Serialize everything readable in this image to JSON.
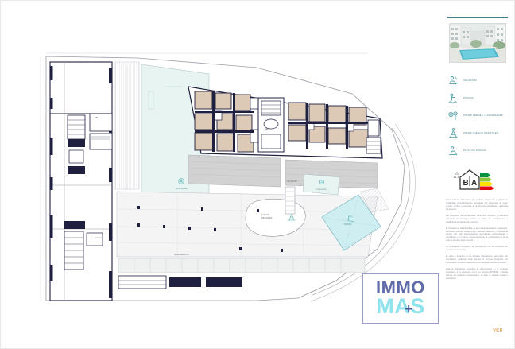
{
  "document": {
    "type": "architectural-site-plan",
    "language": "es"
  },
  "sidebar": {
    "hero_photo_alt": "residential-building-with-swimming-pool",
    "legend": {
      "items": [
        {
          "icon": "solarium-icon",
          "label": "SOLARIUM"
        },
        {
          "icon": "pool-icon",
          "label": "PISCINA"
        },
        {
          "icon": "trees-icon",
          "label": "ZONAS VERDES / AJARDINADAS"
        },
        {
          "icon": "playground-slide-icon",
          "label": "ZONAS JUEGOS INFANTILES"
        },
        {
          "icon": "pool-beach-icon",
          "label": "PLAYA DE PISCINA"
        }
      ]
    },
    "certificate": {
      "icon": "energy-rating-house-icon",
      "recycle_icon": "recycle-icon",
      "grade_left": "B",
      "grade_right": "A",
      "scale_colors": [
        "#00923f",
        "#4caf27",
        "#b4d400",
        "#ffe000",
        "#f7a700",
        "#ee6f00",
        "#e30613"
      ]
    },
    "fineprint": {
      "paragraphs": [
        "Documentación informativa sin carácter contractual y totalmente modificable a modificaciones necesarias por exigencias de orden técnico, jurídico o comercial de la Dirección Facultativa o autoridad competente.",
        "Las infografías de las fachadas, elementos comunes y materiales expuestos orientativos y podrán ser objeto de modificaciones o modificaciones tras proyecto técnico.",
        "El mobiliario de las infografías de este folleto (decoración, vegetación, vehículos, enseres, equipamiento, aparatos sanitarios y muebles de cocina) son sólo aproximaciones decorativas representativas y orientativas y no forman consecuencia de la construcción ni de la entrega efectiva de la vivienda.",
        "La certificación energética se corresponde con la estimación en proyecto del inmueble.",
        "El cierre y la grafía de los escasos dibujados en este plano son orientativos, pudiendo variar durante el proceso productivo por necesidades técnicas o adaptación a la topografía real de la parcela.",
        "Toda la información contenida se documentará en el presente documento a lo dispuesto en la Ley Decreto 515/1989 y demás normas que pudieran corresponderle, ya sean de carácter estatal o autonómico."
      ]
    },
    "watermark": "VKR"
  },
  "logo": {
    "line1": "IMMO",
    "line2": "MAS",
    "plus": "+",
    "color_immo": "#5f6aa8",
    "color_mas": "#8fe3ec",
    "color_plus": "#4a4f8f"
  },
  "plan": {
    "annotations": [
      "P.B.",
      "PISCINA",
      "ZONA VERDE",
      "JUEGOS INFANTILES",
      "SOLARIUM",
      "ACCESO",
      "APARCAMIENTO"
    ],
    "colors": {
      "wall": "#1f2040",
      "room_fill": "#d8c5b2",
      "paving": "#c9c9c9",
      "green_area": "#e3f2ee",
      "pool_water": "#cfeef2",
      "hatch": "#b9bcc4",
      "thin_line": "#8e9099"
    }
  }
}
